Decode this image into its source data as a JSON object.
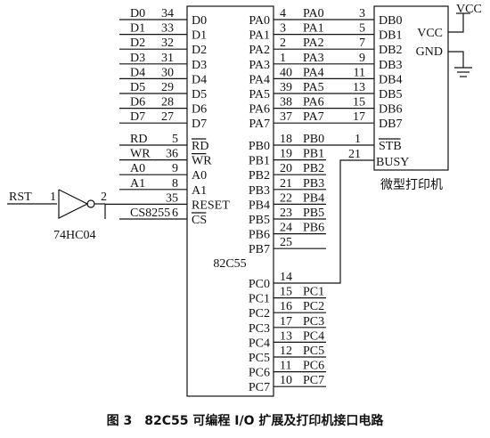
{
  "caption": "图 3　82C55 可编程 I/O 扩展及打印机接口电路",
  "chip": {
    "name": "82C55",
    "left_data_pins": [
      {
        "signal": "D0",
        "num": "34",
        "pin": "D0"
      },
      {
        "signal": "D1",
        "num": "33",
        "pin": "D1"
      },
      {
        "signal": "D2",
        "num": "32",
        "pin": "D2"
      },
      {
        "signal": "D3",
        "num": "31",
        "pin": "D3"
      },
      {
        "signal": "D4",
        "num": "30",
        "pin": "D4"
      },
      {
        "signal": "D5",
        "num": "29",
        "pin": "D5"
      },
      {
        "signal": "D6",
        "num": "28",
        "pin": "D6"
      },
      {
        "signal": "D7",
        "num": "27",
        "pin": "D7"
      }
    ],
    "left_ctrl_pins": [
      {
        "signal": "RD",
        "num": "5",
        "pin": "RD",
        "overline": true
      },
      {
        "signal": "WR",
        "num": "36",
        "pin": "WR",
        "overline": true
      },
      {
        "signal": "A0",
        "num": "9",
        "pin": "A0",
        "overline": false
      },
      {
        "signal": "A1",
        "num": "8",
        "pin": "A1",
        "overline": false
      },
      {
        "signal": "",
        "num": "35",
        "pin": "RESET",
        "overline": false
      },
      {
        "signal": "CS8255",
        "num": "6",
        "pin": "CS",
        "overline": true
      }
    ],
    "pa_pins": [
      {
        "pin": "PA0",
        "num": "4",
        "net": "PA0"
      },
      {
        "pin": "PA1",
        "num": "3",
        "net": "PA1"
      },
      {
        "pin": "PA2",
        "num": "2",
        "net": "PA2"
      },
      {
        "pin": "PA3",
        "num": "1",
        "net": "PA3"
      },
      {
        "pin": "PA4",
        "num": "40",
        "net": "PA4"
      },
      {
        "pin": "PA5",
        "num": "39",
        "net": "PA5"
      },
      {
        "pin": "PA6",
        "num": "38",
        "net": "PA6"
      },
      {
        "pin": "PA7",
        "num": "37",
        "net": "PA7"
      }
    ],
    "pb_pins": [
      {
        "pin": "PB0",
        "num": "18",
        "net": "PB0"
      },
      {
        "pin": "PB1",
        "num": "19",
        "net": "PB1"
      },
      {
        "pin": "PB2",
        "num": "20",
        "net": "PB2"
      },
      {
        "pin": "PB3",
        "num": "21",
        "net": "PB3"
      },
      {
        "pin": "PB4",
        "num": "22",
        "net": "PB4"
      },
      {
        "pin": "PB5",
        "num": "23",
        "net": "PB5"
      },
      {
        "pin": "PB6",
        "num": "24",
        "net": "PB6"
      },
      {
        "pin": "PB7",
        "num": "25",
        "net": "PB7"
      }
    ],
    "pc_pins": [
      {
        "pin": "PC0",
        "num": "14",
        "net": "PC0"
      },
      {
        "pin": "PC1",
        "num": "15",
        "net": "PC1"
      },
      {
        "pin": "PC2",
        "num": "16",
        "net": "PC2"
      },
      {
        "pin": "PC3",
        "num": "17",
        "net": "PC3"
      },
      {
        "pin": "PC4",
        "num": "13",
        "net": "PC4"
      },
      {
        "pin": "PC5",
        "num": "12",
        "net": "PC5"
      },
      {
        "pin": "PC6",
        "num": "11",
        "net": "PC6"
      },
      {
        "pin": "PC7",
        "num": "10",
        "net": "PC7"
      }
    ]
  },
  "printer": {
    "name": "微型打印机",
    "db_pins": [
      {
        "num": "3",
        "pin": "DB0"
      },
      {
        "num": "5",
        "pin": "DB1"
      },
      {
        "num": "7",
        "pin": "DB2"
      },
      {
        "num": "9",
        "pin": "DB3"
      },
      {
        "num": "11",
        "pin": "DB4"
      },
      {
        "num": "13",
        "pin": "DB5"
      },
      {
        "num": "15",
        "pin": "DB6"
      },
      {
        "num": "17",
        "pin": "DB7"
      }
    ],
    "stb": {
      "num": "1",
      "pin": "STB",
      "overline": true
    },
    "busy": {
      "num": "21",
      "pin": "BUSY"
    },
    "vcc_pin": "VCC",
    "gnd_pin": "GND",
    "vcc_label": "VCC"
  },
  "inverter": {
    "input_signal": "RST",
    "in_num": "1",
    "out_num": "2",
    "part": "74HC04"
  }
}
